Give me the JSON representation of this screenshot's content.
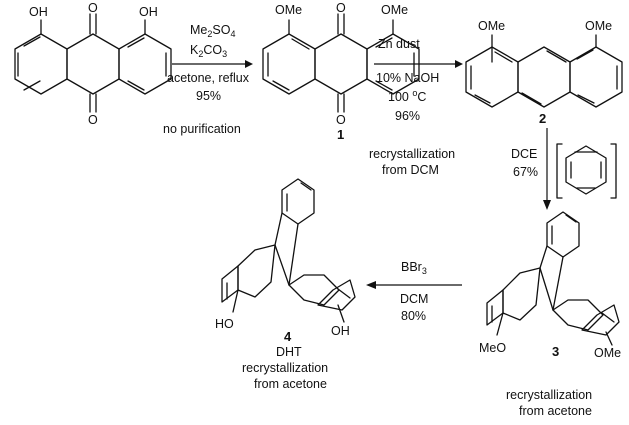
{
  "step1": {
    "reagent_a_main": "Me",
    "reagent_a_sub": "2",
    "reagent_a_end": "SO",
    "reagent_a_sub2": "4",
    "reagent_b_main": "K",
    "reagent_b_sub": "2",
    "reagent_b_end": "CO",
    "reagent_b_sub2": "3",
    "conditions": "acetone, reflux",
    "yield": "95%",
    "note": "no purification"
  },
  "step2": {
    "reagent": "Zn dust",
    "base": "10% NaOH",
    "temp_value": "100 ",
    "temp_deg": "o",
    "temp_unit": "C",
    "yield": "96%",
    "note_line1": "recrystallization",
    "note_line2": "from DCM"
  },
  "step3": {
    "solvent": "DCE",
    "yield": "67%"
  },
  "step4": {
    "reagent_main": "BBr",
    "reagent_sub": "3",
    "solvent": "DCM",
    "yield": "80%"
  },
  "compounds": {
    "sm": {
      "oh_left": "OH",
      "oh_right": "OH",
      "o_top": "O",
      "o_bottom": "O"
    },
    "c1": {
      "number": "1",
      "ome_left": "OMe",
      "ome_right": "OMe",
      "o_top": "O",
      "o_bottom": "O"
    },
    "c2": {
      "number": "2",
      "ome_left": "OMe",
      "ome_right": "OMe"
    },
    "c3": {
      "number": "3",
      "ome_left": "MeO",
      "ome_right": "OMe",
      "note_line1": "recrystallization",
      "note_line2": "from acetone"
    },
    "c4": {
      "number": "4",
      "name": "DHT",
      "oh_left": "HO",
      "oh_right": "OH",
      "note_line1": "recrystallization",
      "note_line2": "from acetone"
    }
  }
}
